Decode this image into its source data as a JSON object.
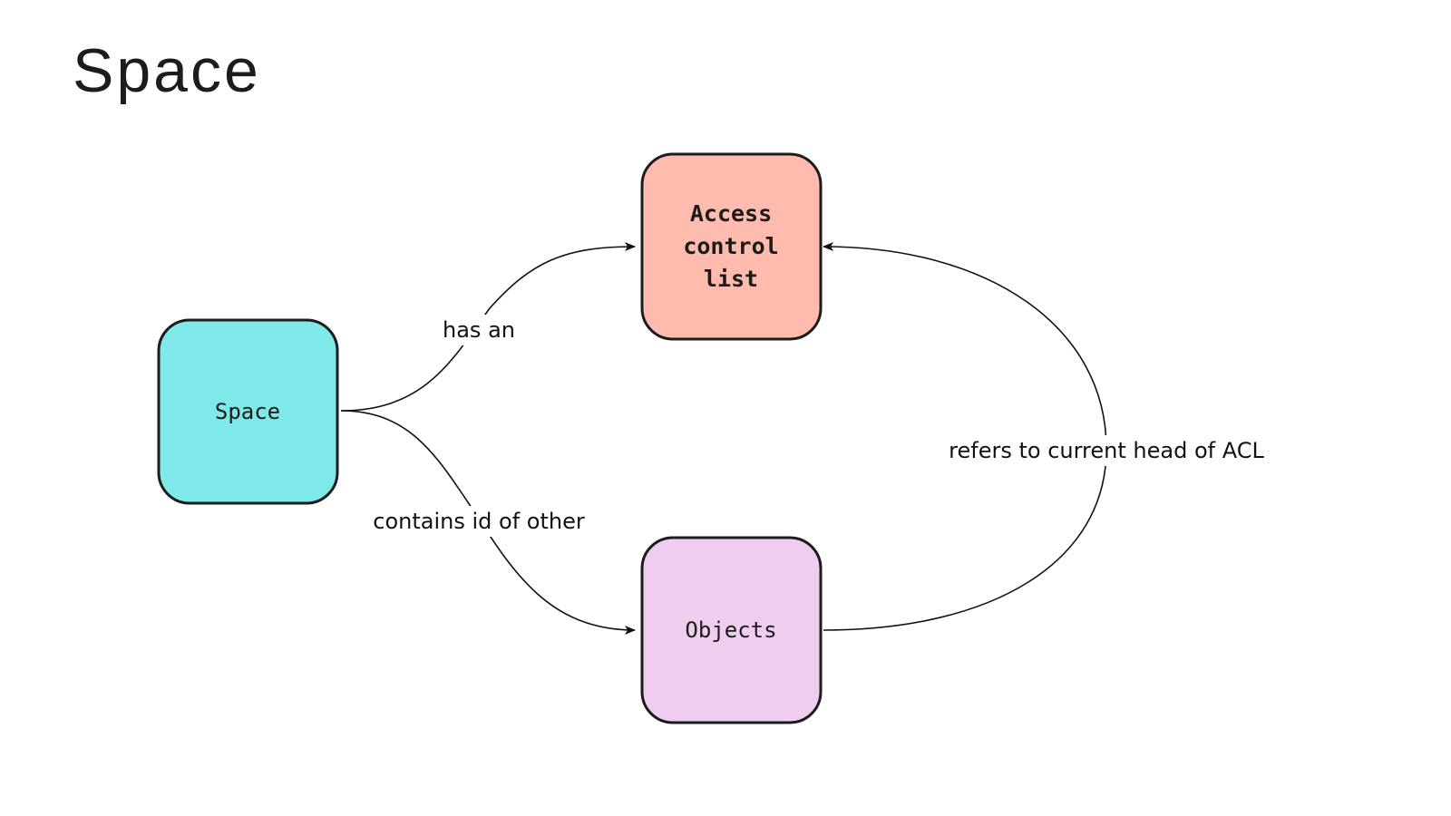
{
  "title": "Space",
  "colors": {
    "space_node": "#7fe8e8",
    "acl_node": "#ffbbad",
    "objects_node": "#eecdee",
    "stroke": "#1c1c1c"
  },
  "nodes": {
    "space": {
      "label": "Space"
    },
    "acl": {
      "lines": [
        "Access",
        "control",
        "list"
      ]
    },
    "objects": {
      "label": "Objects"
    }
  },
  "edges": {
    "has_an": {
      "label": "has an"
    },
    "contains": {
      "label": "contains id of other"
    },
    "refers": {
      "label": "refers to current head of ACL"
    }
  }
}
